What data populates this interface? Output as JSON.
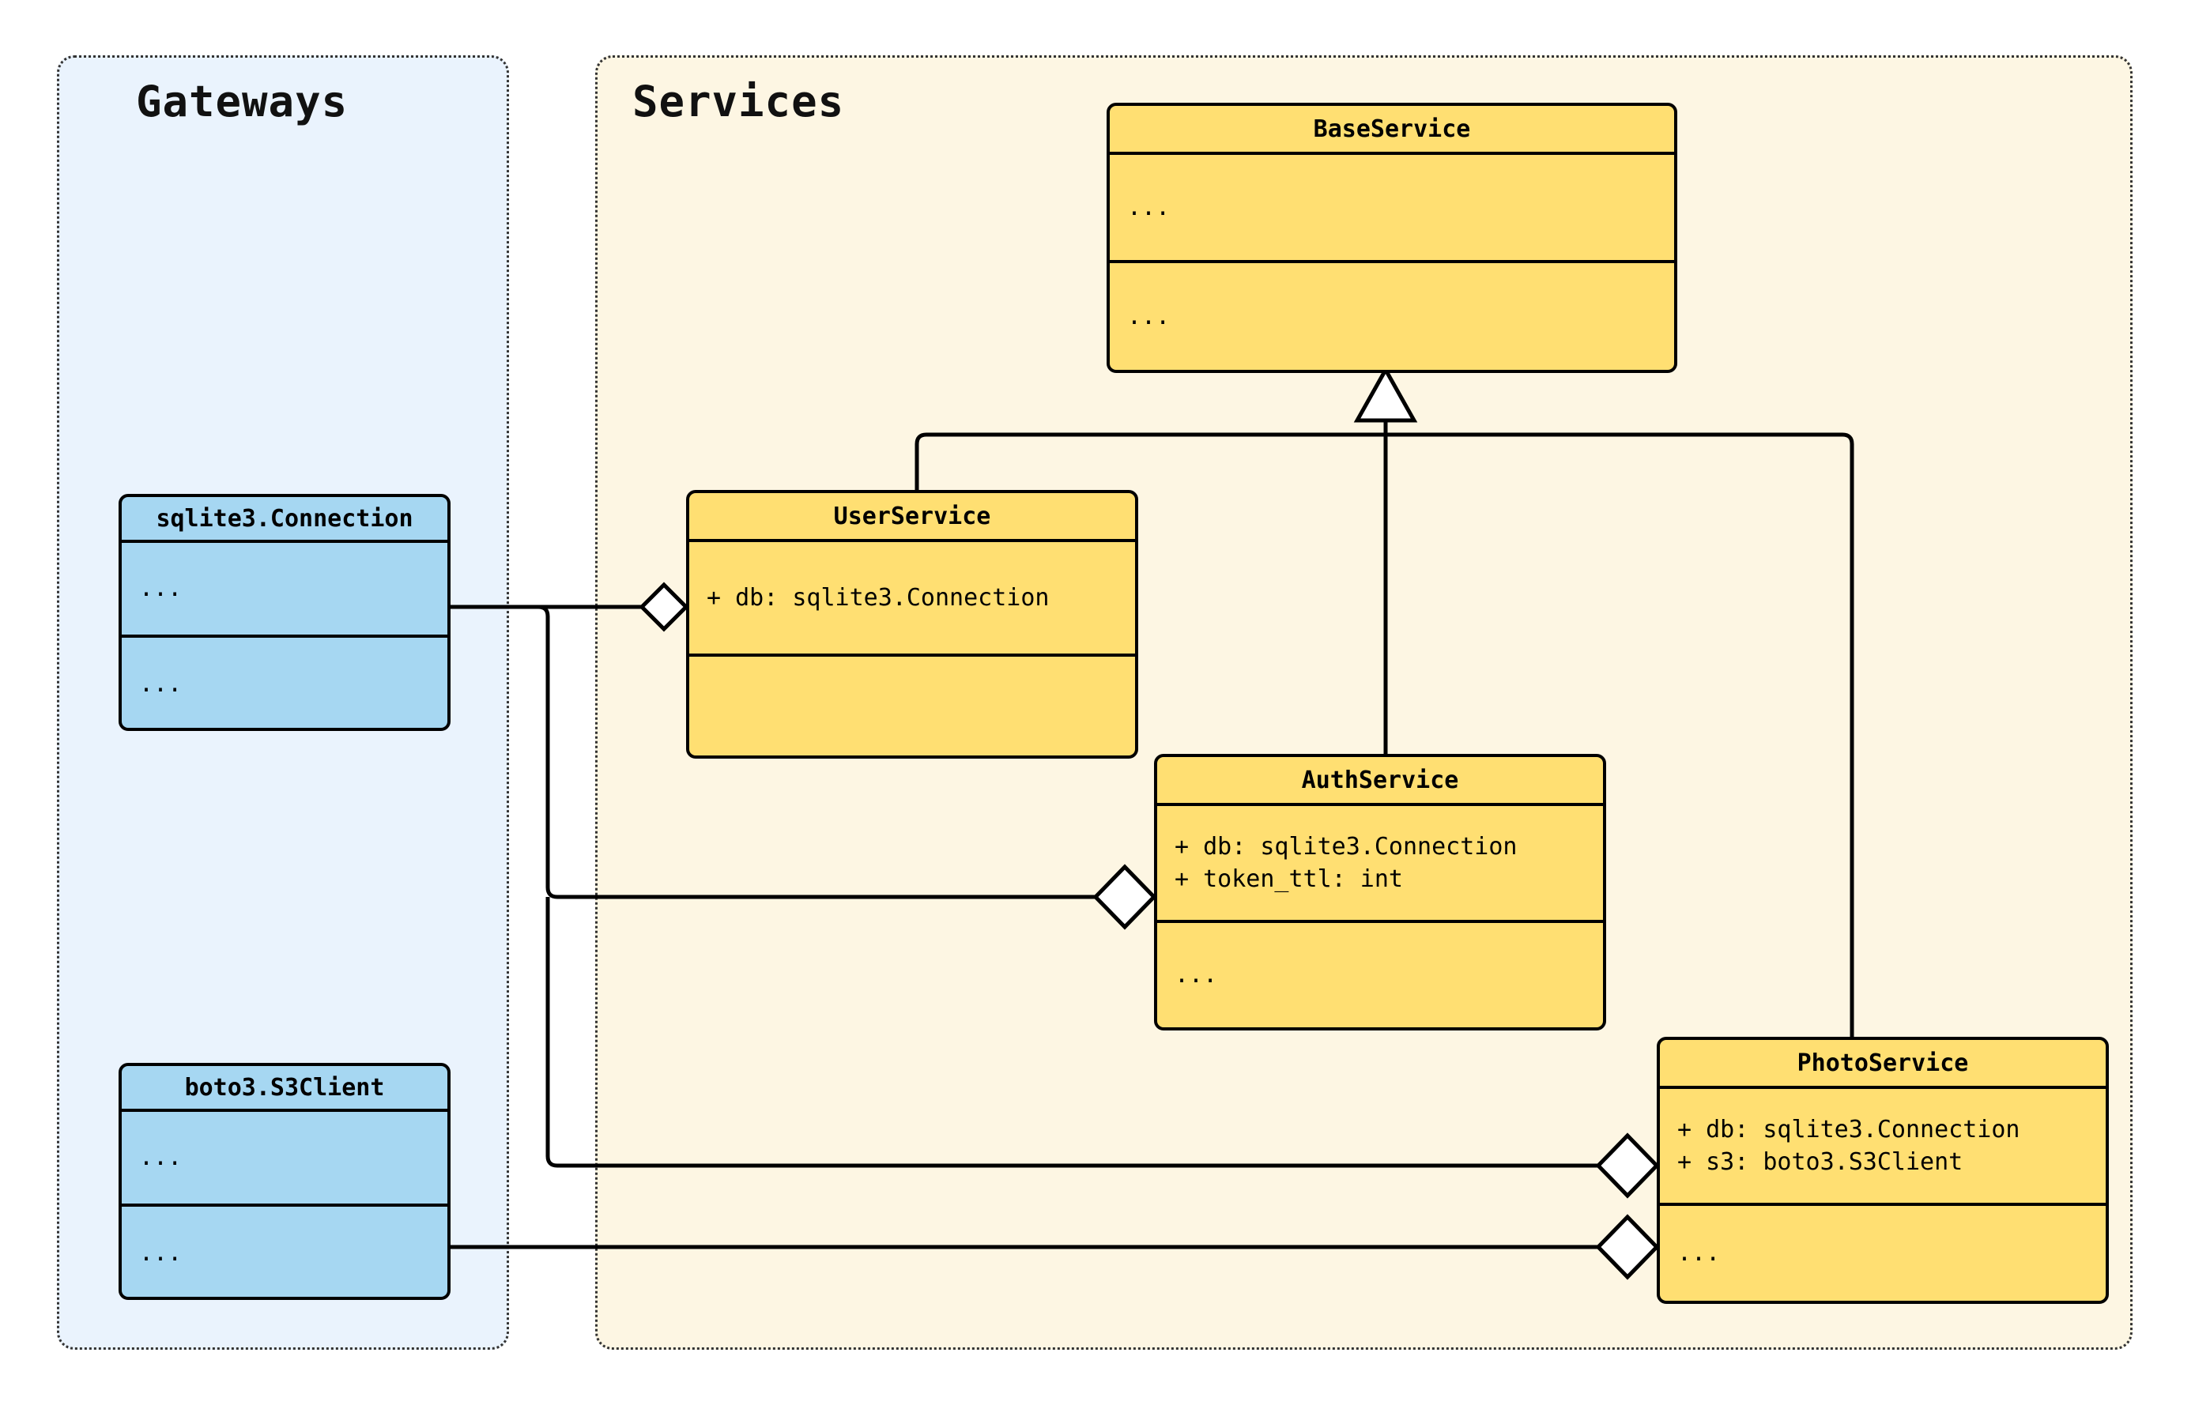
{
  "diagram": {
    "type": "uml-class-diagram",
    "packages": [
      {
        "id": "gateways",
        "title": "Gateways",
        "fill": "#eaf3fd",
        "border": "#333333"
      },
      {
        "id": "services",
        "title": "Services",
        "fill": "#fdf6e3",
        "border": "#333333"
      }
    ],
    "colors": {
      "service_fill": "#ffdf72",
      "gateway_fill": "#a6d7f2",
      "stroke": "#000000",
      "gateways_panel": "#eaf3fd",
      "services_panel": "#fdf6e3",
      "marker_fill": "#ffffff",
      "page_background": "#ffffff"
    },
    "classes": [
      {
        "id": "sqlite3_connection",
        "name": "sqlite3.Connection",
        "package": "gateways",
        "fill": "#a6d7f2",
        "attributes": [
          "..."
        ],
        "methods": [
          "..."
        ]
      },
      {
        "id": "boto3_s3client",
        "name": "boto3.S3Client",
        "package": "gateways",
        "fill": "#a6d7f2",
        "attributes": [
          "..."
        ],
        "methods": [
          "..."
        ]
      },
      {
        "id": "base_service",
        "name": "BaseService",
        "package": "services",
        "fill": "#ffdf72",
        "attributes": [
          "..."
        ],
        "methods": [
          "..."
        ]
      },
      {
        "id": "user_service",
        "name": "UserService",
        "package": "services",
        "fill": "#ffdf72",
        "attributes": [
          "+ db: sqlite3.Connection"
        ],
        "methods": []
      },
      {
        "id": "auth_service",
        "name": "AuthService",
        "package": "services",
        "fill": "#ffdf72",
        "attributes": [
          "+ db: sqlite3.Connection",
          "+ token_ttl: int"
        ],
        "methods": [
          "..."
        ]
      },
      {
        "id": "photo_service",
        "name": "PhotoService",
        "package": "services",
        "fill": "#ffdf72",
        "attributes": [
          "+ db: sqlite3.Connection",
          "+ s3: boto3.S3Client"
        ],
        "methods": [
          "..."
        ]
      }
    ],
    "relationships": [
      {
        "id": "rel-inherit-user",
        "type": "inheritance",
        "marker": "hollow-triangle",
        "from": "user_service",
        "to": "base_service"
      },
      {
        "id": "rel-inherit-auth",
        "type": "inheritance",
        "marker": "hollow-triangle",
        "from": "auth_service",
        "to": "base_service"
      },
      {
        "id": "rel-inherit-photo",
        "type": "inheritance",
        "marker": "hollow-triangle",
        "from": "photo_service",
        "to": "base_service"
      },
      {
        "id": "rel-agg-user-db",
        "type": "aggregation",
        "marker": "hollow-diamond",
        "from": "user_service",
        "to": "sqlite3_connection"
      },
      {
        "id": "rel-agg-auth-db",
        "type": "aggregation",
        "marker": "hollow-diamond",
        "from": "auth_service",
        "to": "sqlite3_connection"
      },
      {
        "id": "rel-agg-photo-db",
        "type": "aggregation",
        "marker": "hollow-diamond",
        "from": "photo_service",
        "to": "sqlite3_connection"
      },
      {
        "id": "rel-agg-photo-s3",
        "type": "aggregation",
        "marker": "hollow-diamond",
        "from": "photo_service",
        "to": "boto3_s3client"
      }
    ]
  }
}
